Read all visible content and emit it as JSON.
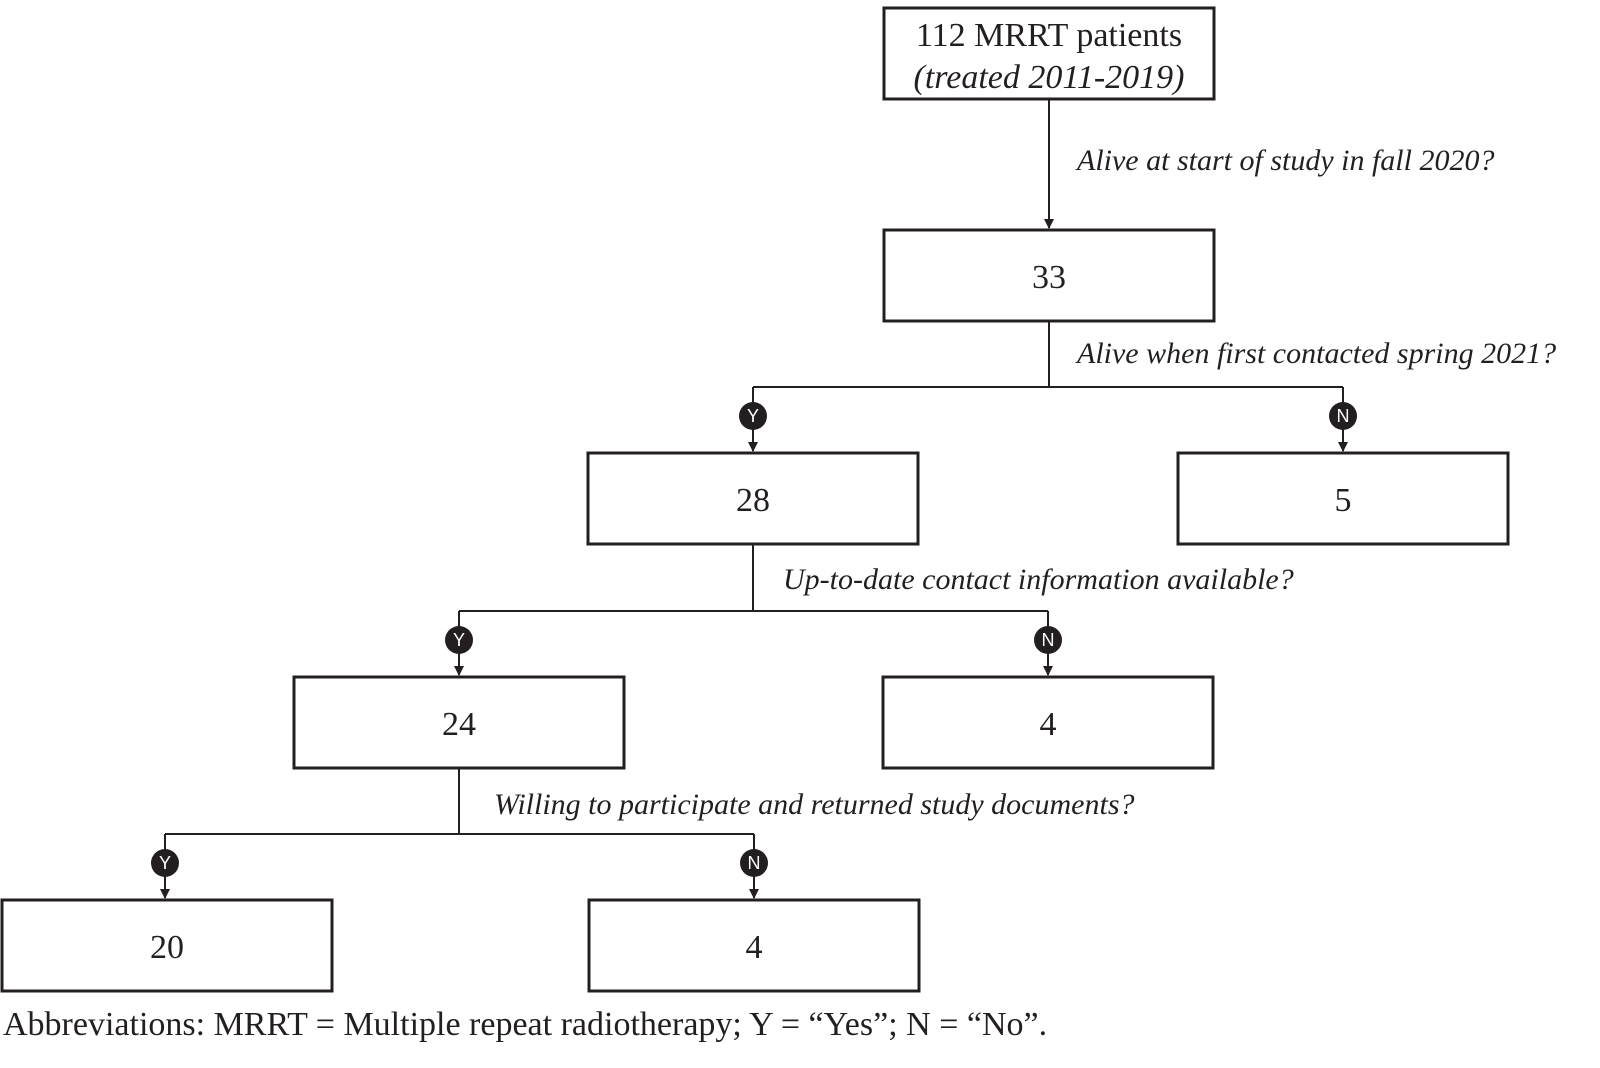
{
  "root": {
    "line1": "112 MRRT patients",
    "line2": "(treated 2011-2019)"
  },
  "questions": {
    "q1": "Alive at start of study in fall 2020?",
    "q2": "Alive when first contacted spring 2021?",
    "q3": "Up-to-date contact information available?",
    "q4": "Willing to participate and returned study documents?"
  },
  "counts": {
    "alive_start": "33",
    "alive_contact_yes": "28",
    "alive_contact_no": "5",
    "contact_yes": "24",
    "contact_no": "4",
    "willing_yes": "20",
    "willing_no": "4"
  },
  "badges": {
    "yes": "Y",
    "no": "N"
  },
  "footnote": "Abbreviations: MRRT = Multiple repeat radiotherapy; Y = “Yes”; N = “No”."
}
